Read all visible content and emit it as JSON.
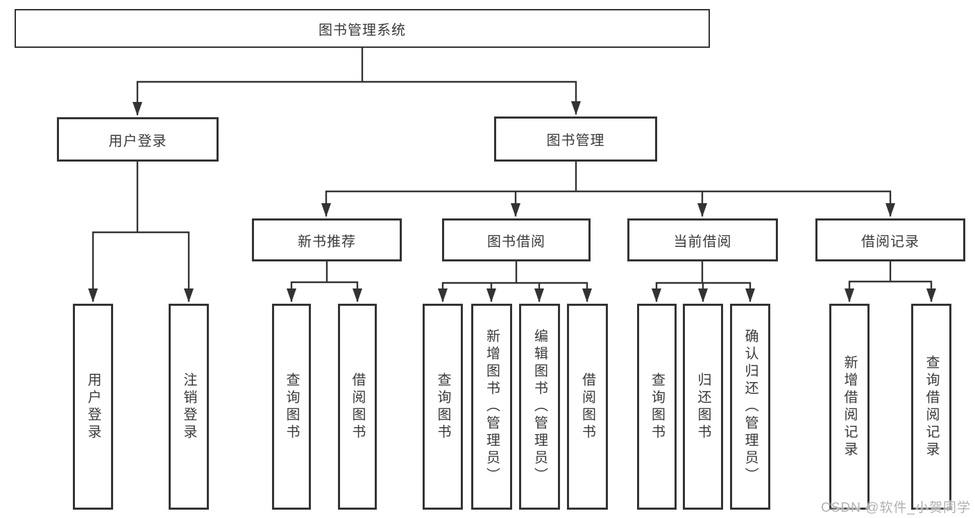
{
  "tree": {
    "label": "图书管理系统",
    "children": [
      {
        "label": "用户登录",
        "children": [
          {
            "label": "用户登录"
          },
          {
            "label": "注销登录"
          }
        ]
      },
      {
        "label": "图书管理",
        "children": [
          {
            "label": "新书推荐",
            "children": [
              {
                "label": "查询图书"
              },
              {
                "label": "借阅图书"
              }
            ]
          },
          {
            "label": "图书借阅",
            "children": [
              {
                "label": "查询图书"
              },
              {
                "label": "新增图书（管理员）"
              },
              {
                "label": "编辑图书（管理员）"
              },
              {
                "label": "借阅图书"
              }
            ]
          },
          {
            "label": "当前借阅",
            "children": [
              {
                "label": "查询图书"
              },
              {
                "label": "归还图书"
              },
              {
                "label": "确认归还（管理员）"
              }
            ]
          },
          {
            "label": "借阅记录",
            "children": [
              {
                "label": "新增借阅记录"
              },
              {
                "label": "查询借阅记录"
              }
            ]
          }
        ]
      }
    ]
  },
  "watermark": "CSDN @软件_小贺同学",
  "colors": {
    "line": "#333333",
    "text": "#3a3a3a",
    "watermark": "#b3afaf",
    "background": "#ffffff"
  }
}
